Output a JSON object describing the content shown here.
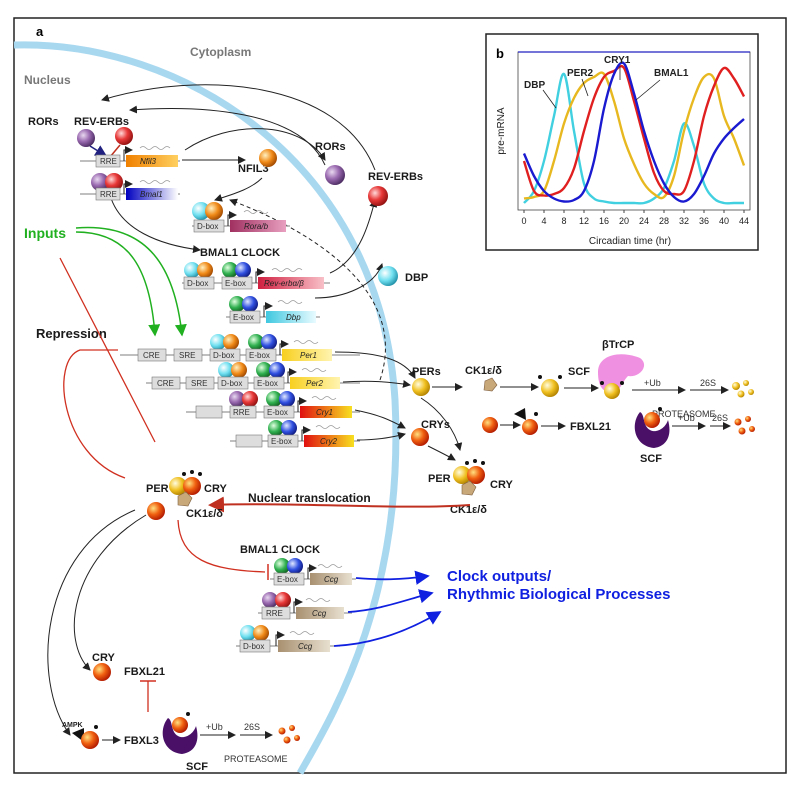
{
  "panel_a": {
    "letter": "a",
    "cytoplasm": "Cytoplasm",
    "nucleus": "Nucleus",
    "rors": "RORs",
    "reverbs": "REV-ERBs",
    "nfil3": "NFIL3",
    "rors_right": "RORs",
    "reverbs_right": "REV-ERBs",
    "bmal_clock": "BMAL1 CLOCK",
    "dbp": "DBP",
    "inputs": "Inputs",
    "repression": "Repression",
    "pers": "PERs",
    "crys": "CRYs",
    "ck1_a": "CK1ε/δ",
    "ck1_b": "CK1ε/δ",
    "ck1_c": "CK1ε/δ",
    "betatrcp": "βTrCP",
    "scf1": "SCF",
    "scf2": "SCF",
    "scf3": "SCF",
    "ub1": "+Ub",
    "ub2": "+Ub",
    "ub3": "+Ub",
    "p26s1": "26S",
    "p26s2": "26S",
    "p26s3": "26S",
    "proteasome1": "PROTEASOME",
    "proteasome2": "PROTEASOME",
    "fbxl21_right": "FBXL21",
    "per_right": "PER",
    "cry_right": "CRY",
    "per_left": "PER",
    "cry_left": "CRY",
    "nuclear_translocation": "Nuclear translocation",
    "bmal_clock_lower": "BMAL1 CLOCK",
    "clock_outputs_1": "Clock outputs/",
    "clock_outputs_2": "Rhythmic Biological Processes",
    "cry_lower": "CRY",
    "fbxl21_lower": "FBXL21",
    "fbxl3": "FBXL3",
    "ampk": "AMPK",
    "elements": {
      "rre": "RRE",
      "dbox": "D-box",
      "ebox": "E-box",
      "cre": "CRE",
      "sre": "SRE"
    },
    "genes": {
      "nfil3": "Nfil3",
      "bmal1": "Bmal1",
      "rora": "Rora/b",
      "reverb": "Rev-erbα/β",
      "dbp": "Dbp",
      "per1": "Per1",
      "per2": "Per2",
      "cry1": "Cry1",
      "cry2": "Cry2",
      "ccg": "Ccg"
    }
  },
  "panel_b": {
    "letter": "b",
    "colors": {
      "DBP": "#40d0e0",
      "PER2": "#e8b820",
      "CRY1": "#e02020",
      "BMAL1": "#1a1ad0"
    },
    "chart_data": {
      "type": "line",
      "xlabel": "Circadian time (hr)",
      "ylabel": "pre-mRNA",
      "xlim": [
        0,
        44
      ],
      "xticks": [
        0,
        4,
        8,
        12,
        16,
        20,
        24,
        28,
        32,
        36,
        40,
        44
      ],
      "series": [
        {
          "name": "DBP",
          "x": [
            0,
            2,
            4,
            6,
            8,
            10,
            12,
            14,
            16,
            18,
            20,
            22,
            24,
            26,
            28,
            30,
            32,
            34,
            36,
            38,
            40,
            42,
            44
          ],
          "y": [
            0.02,
            0.1,
            0.3,
            0.6,
            0.88,
            0.5,
            0.15,
            0.05,
            0.03,
            0.02,
            0.02,
            0.02,
            0.02,
            0.05,
            0.12,
            0.3,
            0.55,
            0.4,
            0.15,
            0.05,
            0.02,
            0.02,
            0.02
          ]
        },
        {
          "name": "PER2",
          "x": [
            0,
            2,
            4,
            6,
            8,
            10,
            12,
            14,
            16,
            18,
            20,
            22,
            24,
            26,
            28,
            30,
            32,
            34,
            36,
            38,
            40,
            42,
            44
          ],
          "y": [
            0.05,
            0.06,
            0.1,
            0.3,
            0.55,
            0.72,
            0.82,
            0.86,
            0.88,
            0.7,
            0.45,
            0.28,
            0.15,
            0.08,
            0.06,
            0.2,
            0.5,
            0.72,
            0.86,
            0.85,
            0.6,
            0.45,
            0.27
          ]
        },
        {
          "name": "CRY1",
          "x": [
            0,
            2,
            4,
            6,
            8,
            10,
            12,
            14,
            16,
            18,
            20,
            22,
            24,
            26,
            28,
            30,
            32,
            34,
            36,
            38,
            40,
            42,
            44
          ],
          "y": [
            0.3,
            0.1,
            0.07,
            0.08,
            0.12,
            0.25,
            0.5,
            0.72,
            0.86,
            0.9,
            0.92,
            0.7,
            0.45,
            0.22,
            0.1,
            0.08,
            0.1,
            0.3,
            0.6,
            0.8,
            0.92,
            0.85,
            0.73
          ]
        },
        {
          "name": "BMAL1",
          "x": [
            0,
            2,
            4,
            6,
            8,
            10,
            12,
            14,
            16,
            18,
            20,
            22,
            24,
            26,
            28,
            30,
            32,
            34,
            36,
            38,
            40,
            42,
            44
          ],
          "y": [
            0.35,
            0.2,
            0.1,
            0.05,
            0.03,
            0.04,
            0.1,
            0.3,
            0.65,
            0.88,
            0.95,
            0.75,
            0.5,
            0.3,
            0.15,
            0.06,
            0.03,
            0.08,
            0.2,
            0.35,
            0.45,
            0.52,
            0.58
          ]
        }
      ]
    }
  }
}
